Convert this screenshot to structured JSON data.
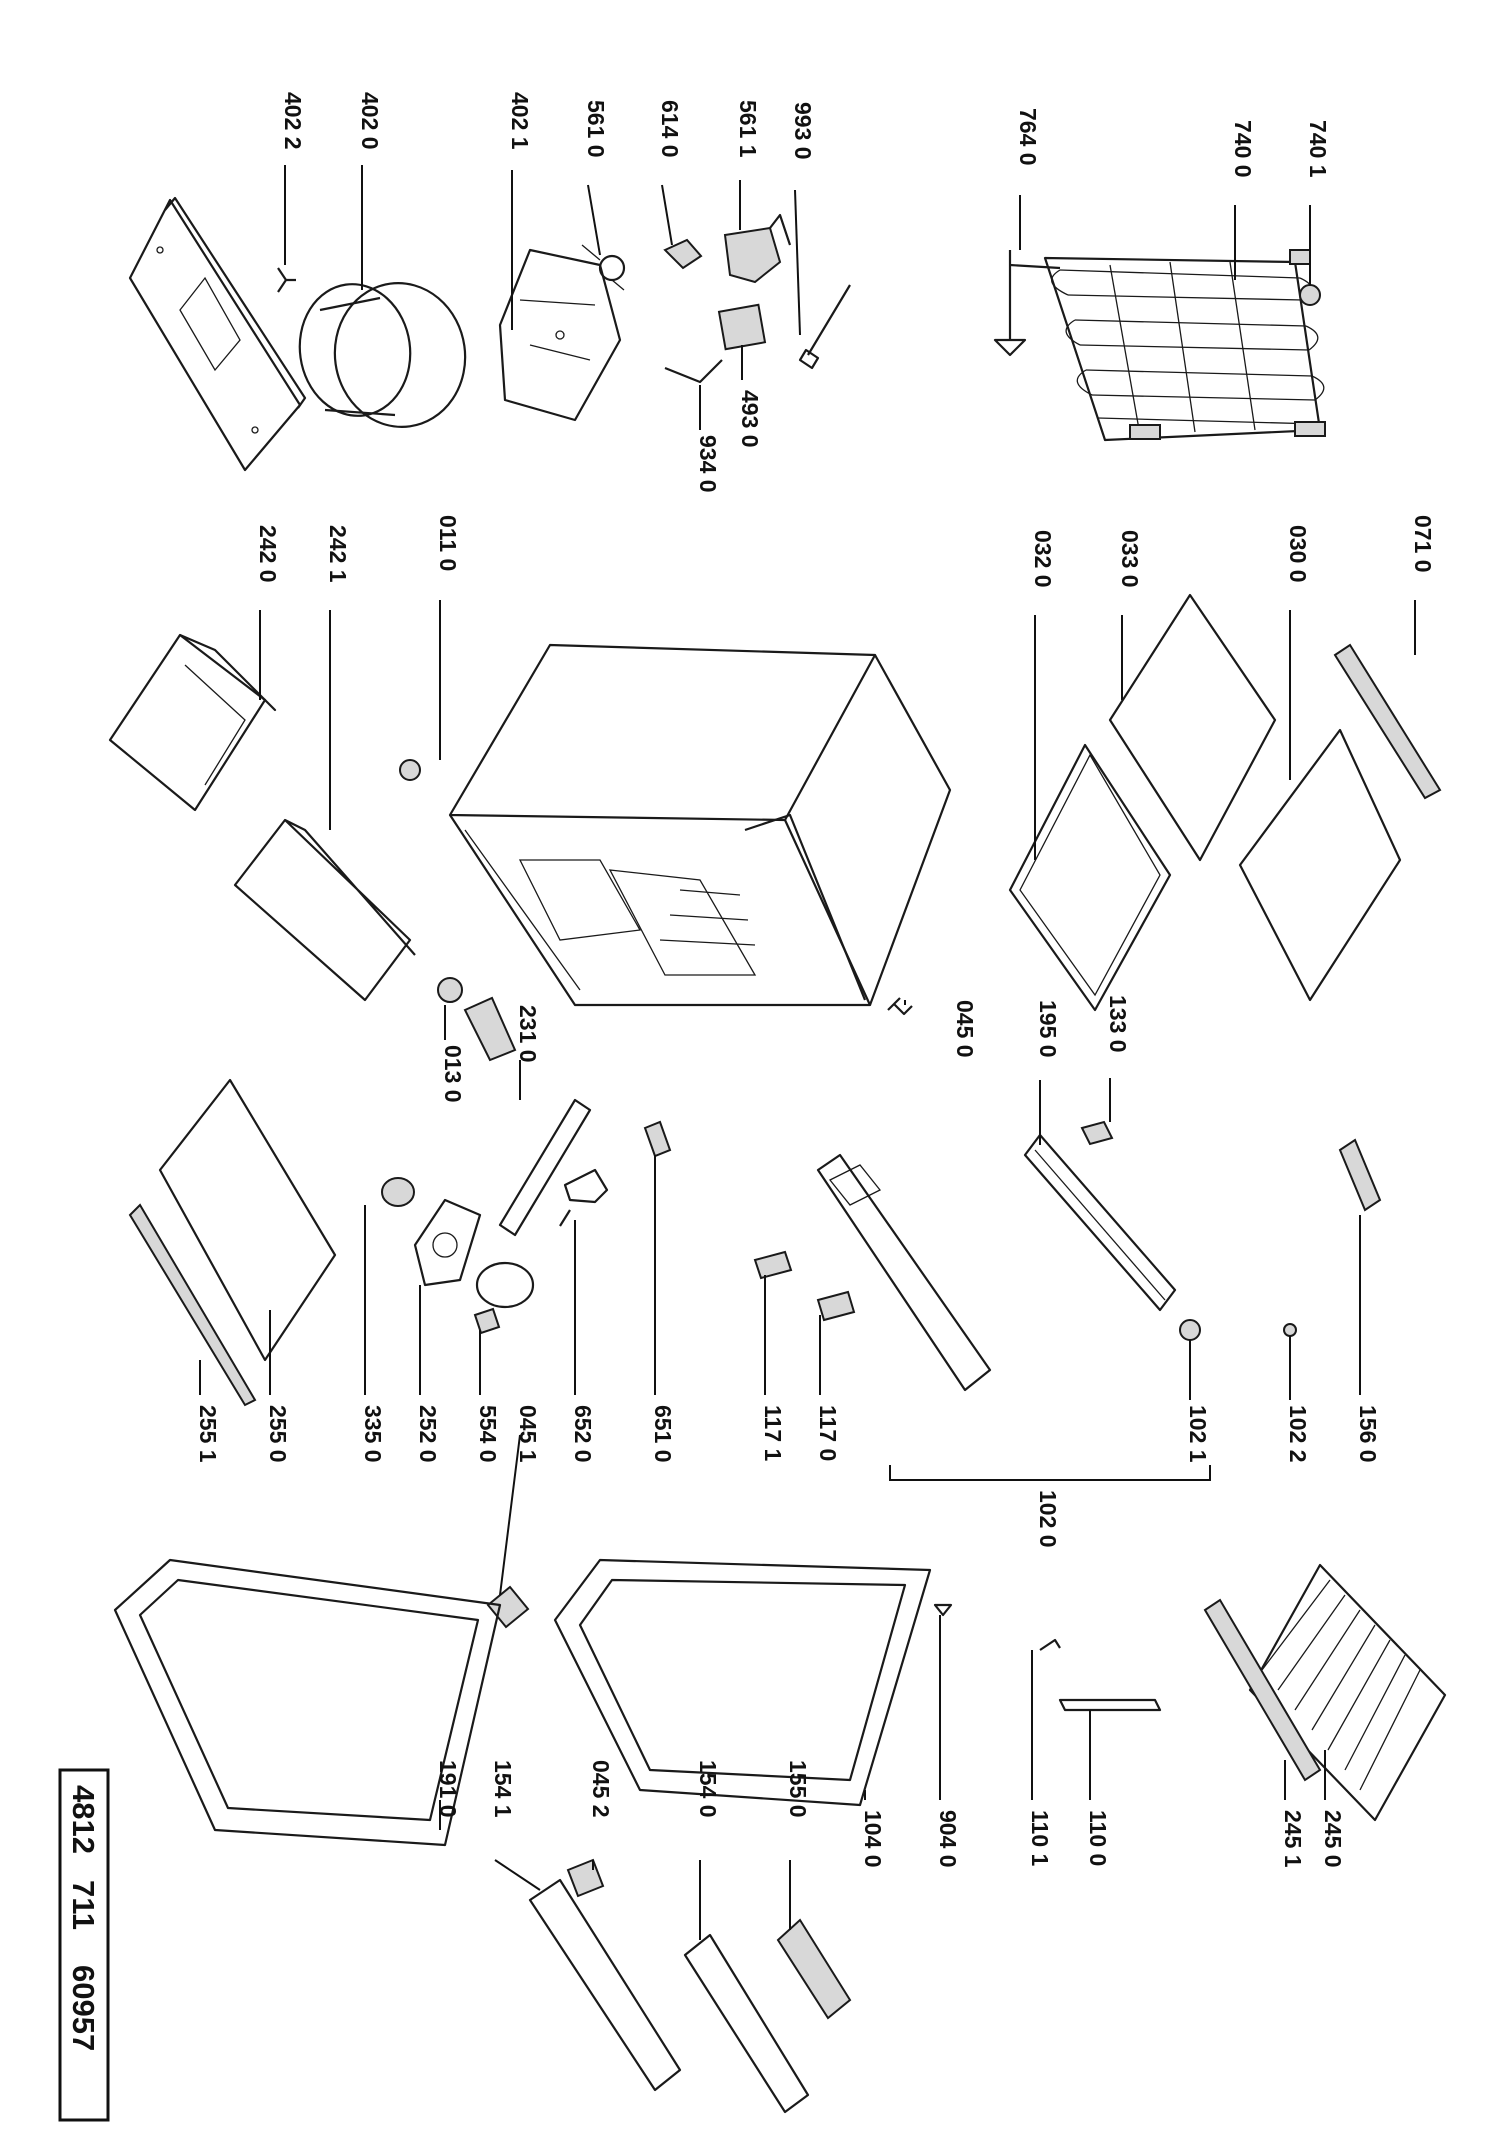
{
  "document": {
    "code_box": {
      "part1": "4812",
      "part2": "711",
      "part3": "60957"
    }
  },
  "parts": [
    {
      "id": "p7401",
      "label": "740 1"
    },
    {
      "id": "p7400",
      "label": "740 0"
    },
    {
      "id": "p7640",
      "label": "764 0"
    },
    {
      "id": "p9930",
      "label": "993 0"
    },
    {
      "id": "p5611",
      "label": "561 1"
    },
    {
      "id": "p6140",
      "label": "614 0"
    },
    {
      "id": "p5610",
      "label": "561 0"
    },
    {
      "id": "p4021",
      "label": "402 1"
    },
    {
      "id": "p4020",
      "label": "402 0"
    },
    {
      "id": "p4022",
      "label": "402 2"
    },
    {
      "id": "p4930",
      "label": "493 0"
    },
    {
      "id": "p9340",
      "label": "934 0"
    },
    {
      "id": "p0710",
      "label": "071 0"
    },
    {
      "id": "p0300",
      "label": "030 0"
    },
    {
      "id": "p0330",
      "label": "033 0"
    },
    {
      "id": "p0320",
      "label": "032 0"
    },
    {
      "id": "p0110",
      "label": "011 0"
    },
    {
      "id": "p2421",
      "label": "242 1"
    },
    {
      "id": "p2420",
      "label": "242 0"
    },
    {
      "id": "p0450",
      "label": "045 0"
    },
    {
      "id": "p0130",
      "label": "013 0"
    },
    {
      "id": "p2310",
      "label": "231 0"
    },
    {
      "id": "p1950",
      "label": "195 0"
    },
    {
      "id": "p1330",
      "label": "133 0"
    },
    {
      "id": "p1560",
      "label": "156 0"
    },
    {
      "id": "p1022",
      "label": "102 2"
    },
    {
      "id": "p1021",
      "label": "102 1"
    },
    {
      "id": "p1170",
      "label": "117 0"
    },
    {
      "id": "p1171",
      "label": "117 1"
    },
    {
      "id": "p6510",
      "label": "651 0"
    },
    {
      "id": "p6520",
      "label": "652 0"
    },
    {
      "id": "p0451",
      "label": "045 1"
    },
    {
      "id": "p5540",
      "label": "554 0"
    },
    {
      "id": "p2520",
      "label": "252 0"
    },
    {
      "id": "p3350",
      "label": "335 0"
    },
    {
      "id": "p2550",
      "label": "255 0"
    },
    {
      "id": "p2551",
      "label": "255 1"
    },
    {
      "id": "p1020",
      "label": "102 0"
    },
    {
      "id": "p2450",
      "label": "245 0"
    },
    {
      "id": "p2451",
      "label": "245 1"
    },
    {
      "id": "p1100",
      "label": "110 0"
    },
    {
      "id": "p1101",
      "label": "110 1"
    },
    {
      "id": "p9040",
      "label": "904 0"
    },
    {
      "id": "p1040",
      "label": "104 0"
    },
    {
      "id": "p1550",
      "label": "155 0"
    },
    {
      "id": "p1540",
      "label": "154 0"
    },
    {
      "id": "p0452",
      "label": "045 2"
    },
    {
      "id": "p1541",
      "label": "154 1"
    },
    {
      "id": "p1910",
      "label": "191 0"
    }
  ]
}
